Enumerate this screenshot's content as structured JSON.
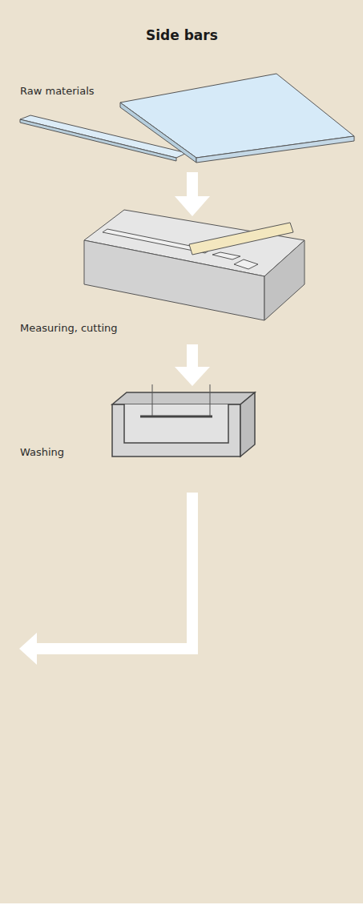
{
  "diagram": {
    "title": "Side bars",
    "labels": [
      "Raw materials",
      "Measuring, cutting",
      "Washing"
    ]
  }
}
